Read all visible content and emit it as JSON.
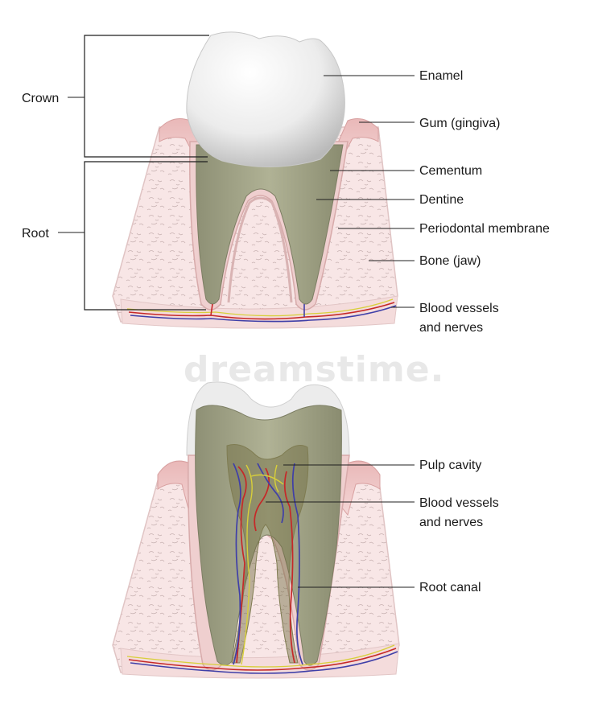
{
  "upper_figure": {
    "bracket_labels": {
      "crown": "Crown",
      "root": "Root"
    },
    "labels": {
      "enamel": "Enamel",
      "gum": "Gum (gingiva)",
      "cementum": "Cementum",
      "dentine": "Dentine",
      "periodontal": "Periodontal membrane",
      "bone": "Bone (jaw)",
      "vessels_line1": "Blood vessels",
      "vessels_line2": "and nerves"
    }
  },
  "lower_figure": {
    "labels": {
      "pulp_cavity": "Pulp cavity",
      "vessels_line1": "Blood vessels",
      "vessels_line2": "and nerves",
      "root_canal": "Root canal"
    }
  },
  "watermark": "dreamstime.",
  "colors": {
    "enamel": "#f2f2f2",
    "dentine": "#a9ab8c",
    "bone": "#f8e5e5",
    "gum": "#e6b3b3",
    "artery": "#c62828",
    "vein": "#3f3fa8",
    "nerve": "#d8cf3a"
  }
}
